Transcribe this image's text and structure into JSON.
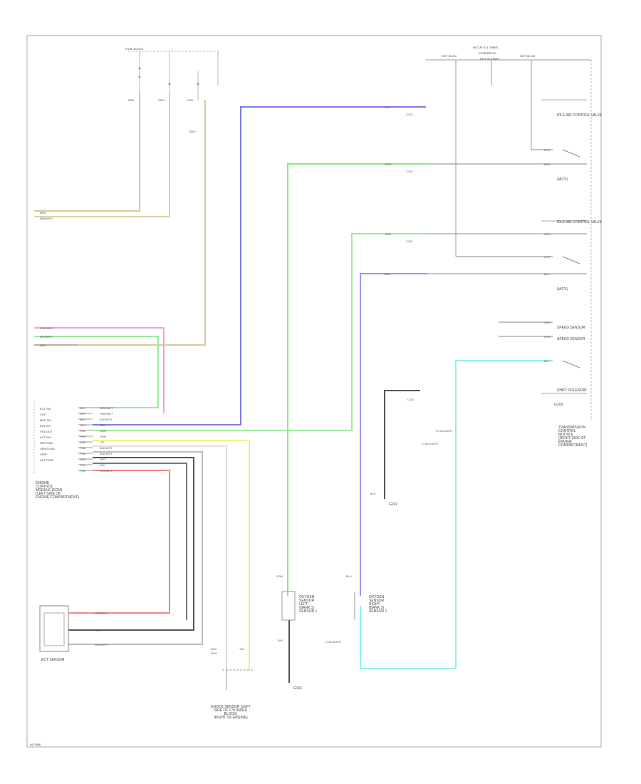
{
  "diagram": {
    "bottom_code": "W17888",
    "fuse_top_left": "FUSE BLOCK",
    "fuse_top_right": "HOT AT ALL TIMES",
    "fuse_top_right_sub": "FUSE/RELAY",
    "fuse_labels": [
      "HOT IN ON",
      "HOT IN START",
      "HOT IN ON"
    ],
    "ecm_label": [
      "ENGINE",
      "CONTROL",
      "MODULE (ECM)",
      "(LEFT SIDE OF",
      "ENGINE COMPARTMENT)"
    ],
    "ecm_pins": [
      "ECT SIG",
      "CKP",
      "MAF SIG",
      "IGN SIG",
      "VSS OUT",
      "ACT SIG",
      "SEN GND",
      "SENS GND",
      "VREF",
      "ACT PWR"
    ],
    "ect_sensor_label": "ECT SENSOR",
    "bottom_sensor_label": [
      "KNOCK SENSOR (LEFT",
      "SIDE OF CYLINDER",
      "BLOCK)",
      "(RIGHT OF ENGINE)"
    ],
    "left_sensor_label": [
      "OXYGEN",
      "SENSOR",
      "LEFT",
      "(BANK 1)",
      "SENSOR 1"
    ],
    "right_sensor_label": [
      "OXYGEN",
      "SENSOR",
      "RIGHT",
      "(BANK 2)",
      "SENSOR 1"
    ],
    "ground_labels": [
      "G101",
      "G102",
      "G103"
    ],
    "right_module_label": [
      "TRANSMISSION",
      "CONTROL",
      "MODULE",
      "(RIGHT SIDE OF",
      "ENGINE",
      "COMPARTMENT)"
    ],
    "right_comp_labels": [
      "IDLE AIR CONTROL VALVE",
      "(IACV)",
      "IDLE AIR CONTROL VALVE",
      "(IACV)",
      "SPEED SENSOR",
      "SPEED SENSOR",
      "SHIFT SOLENOID"
    ]
  }
}
